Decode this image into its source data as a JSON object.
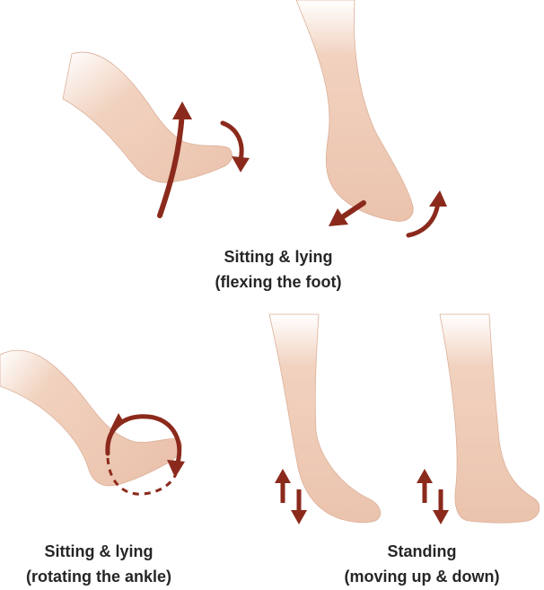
{
  "captions": {
    "flexing": {
      "line1": "Sitting & lying",
      "line2": "(flexing the foot)"
    },
    "rotating": {
      "line1": "Sitting & lying",
      "line2": "(rotating the ankle)"
    },
    "standing": {
      "line1": "Standing",
      "line2": "(moving up & down)"
    }
  },
  "colors": {
    "arrow": "#8b2a1c",
    "skin": "#f1d2bf",
    "skin_shadow": "#dcb09a",
    "text": "#262626",
    "background": "#ffffff"
  },
  "icons": [
    "curved-arrow-icon",
    "up-arrow-icon",
    "down-left-arrow-icon",
    "rotation-arrow-icon",
    "up-down-arrow-icon"
  ]
}
